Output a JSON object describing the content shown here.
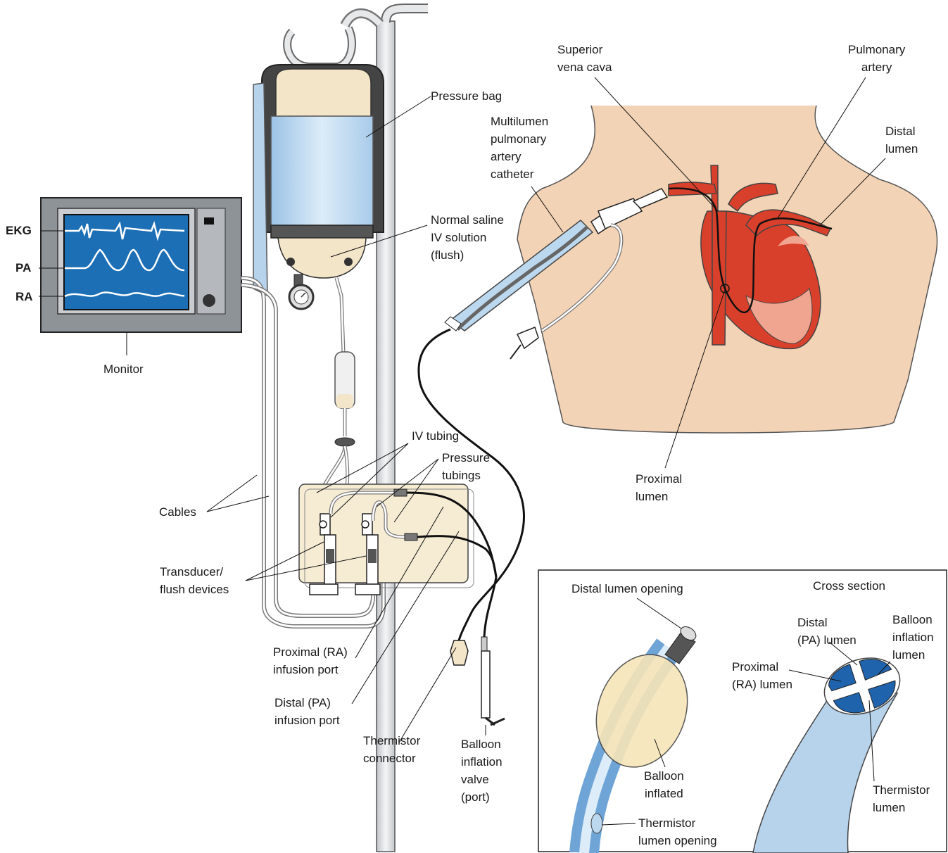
{
  "monitor": {
    "traces": [
      "EKG",
      "PA",
      "RA"
    ],
    "label": "Monitor"
  },
  "labels": {
    "pressure_bag": "Pressure bag",
    "saline": "Normal saline\nIV solution\n(flush)",
    "catheter": "Multilumen\npulmonary\nartery\ncatheter",
    "svc": "Superior\nvena cava",
    "pulmonary_artery": "Pulmonary\nartery",
    "distal_lumen": "Distal\nlumen",
    "proximal_lumen": "Proximal\nlumen",
    "iv_tubing": "IV tubing",
    "pressure_tubings": "Pressure\ntubings",
    "cables": "Cables",
    "transducer": "Transducer/\nflush devices",
    "proximal_port": "Proximal (RA)\ninfusion port",
    "distal_port": "Distal (PA)\ninfusion port",
    "thermistor_connector": "Thermistor\nconnector",
    "balloon_valve": "Balloon\ninflation\nvalve\n(port)"
  },
  "inset": {
    "distal_opening": "Distal lumen opening",
    "cross_section": "Cross section",
    "balloon_inflated": "Balloon\ninflated",
    "thermistor_opening": "Thermistor\nlumen opening",
    "distal_pa_lumen": "Distal\n(PA) lumen",
    "balloon_lumen": "Balloon\ninflation\nlumen",
    "proximal_ra_lumen": "Proximal\n(RA) lumen",
    "thermistor_lumen": "Thermistor\nlumen"
  },
  "colors": {
    "skin": "#f3d3b5",
    "heart": "#d9402b",
    "screen": "#1c6fb5",
    "bag": "#bcd8ef",
    "lumen": "#1f63ad"
  }
}
